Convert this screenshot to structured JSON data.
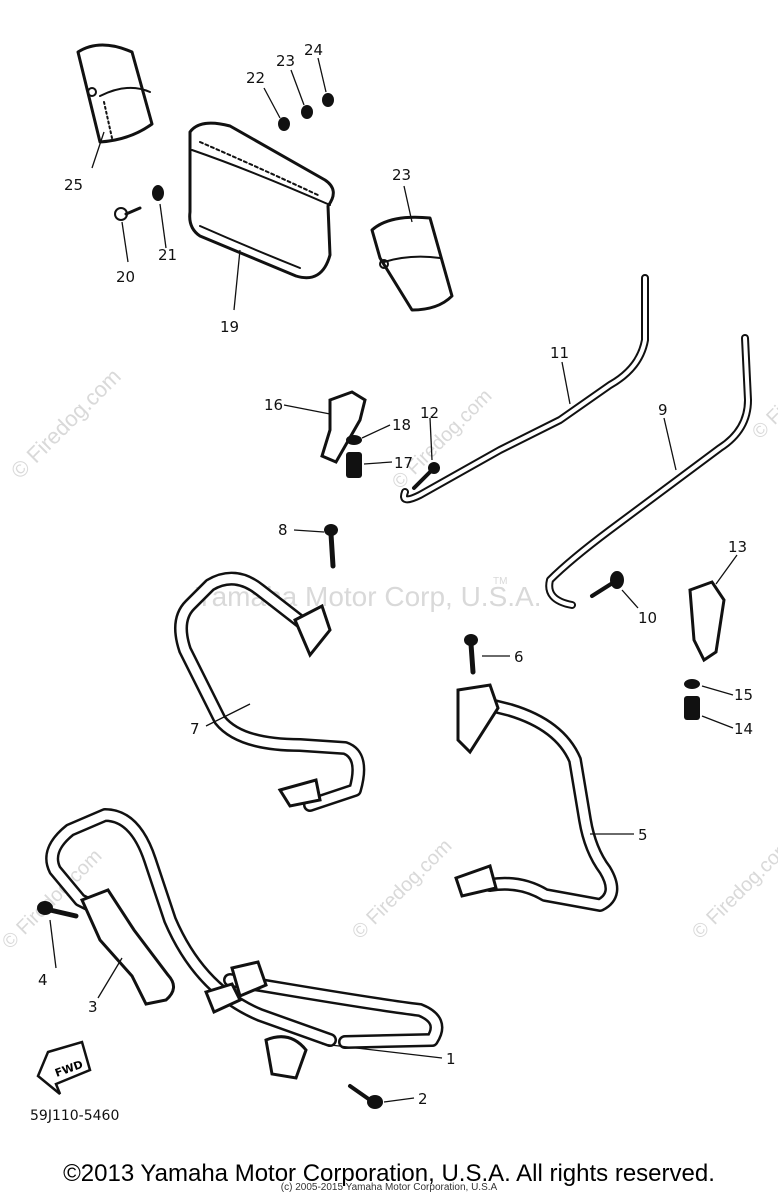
{
  "watermarks": {
    "site": "© Firedog.com",
    "corp": "Yamaha Motor Corp, U.S.A.",
    "tm": "TM"
  },
  "callouts": [
    "1",
    "2",
    "3",
    "4",
    "5",
    "6",
    "7",
    "8",
    "9",
    "10",
    "11",
    "12",
    "13",
    "14",
    "15",
    "16",
    "17",
    "18",
    "19",
    "20",
    "21",
    "22",
    "23",
    "23",
    "24",
    "25"
  ],
  "drawing_code": "59J110-5460",
  "fwd_label": "FWD",
  "small_caption": "(c) 2005-2015 Yamaha Motor Corporation, U.S.A",
  "copyright": "©2013 Yamaha Motor Corporation, U.S.A. All rights reserved."
}
